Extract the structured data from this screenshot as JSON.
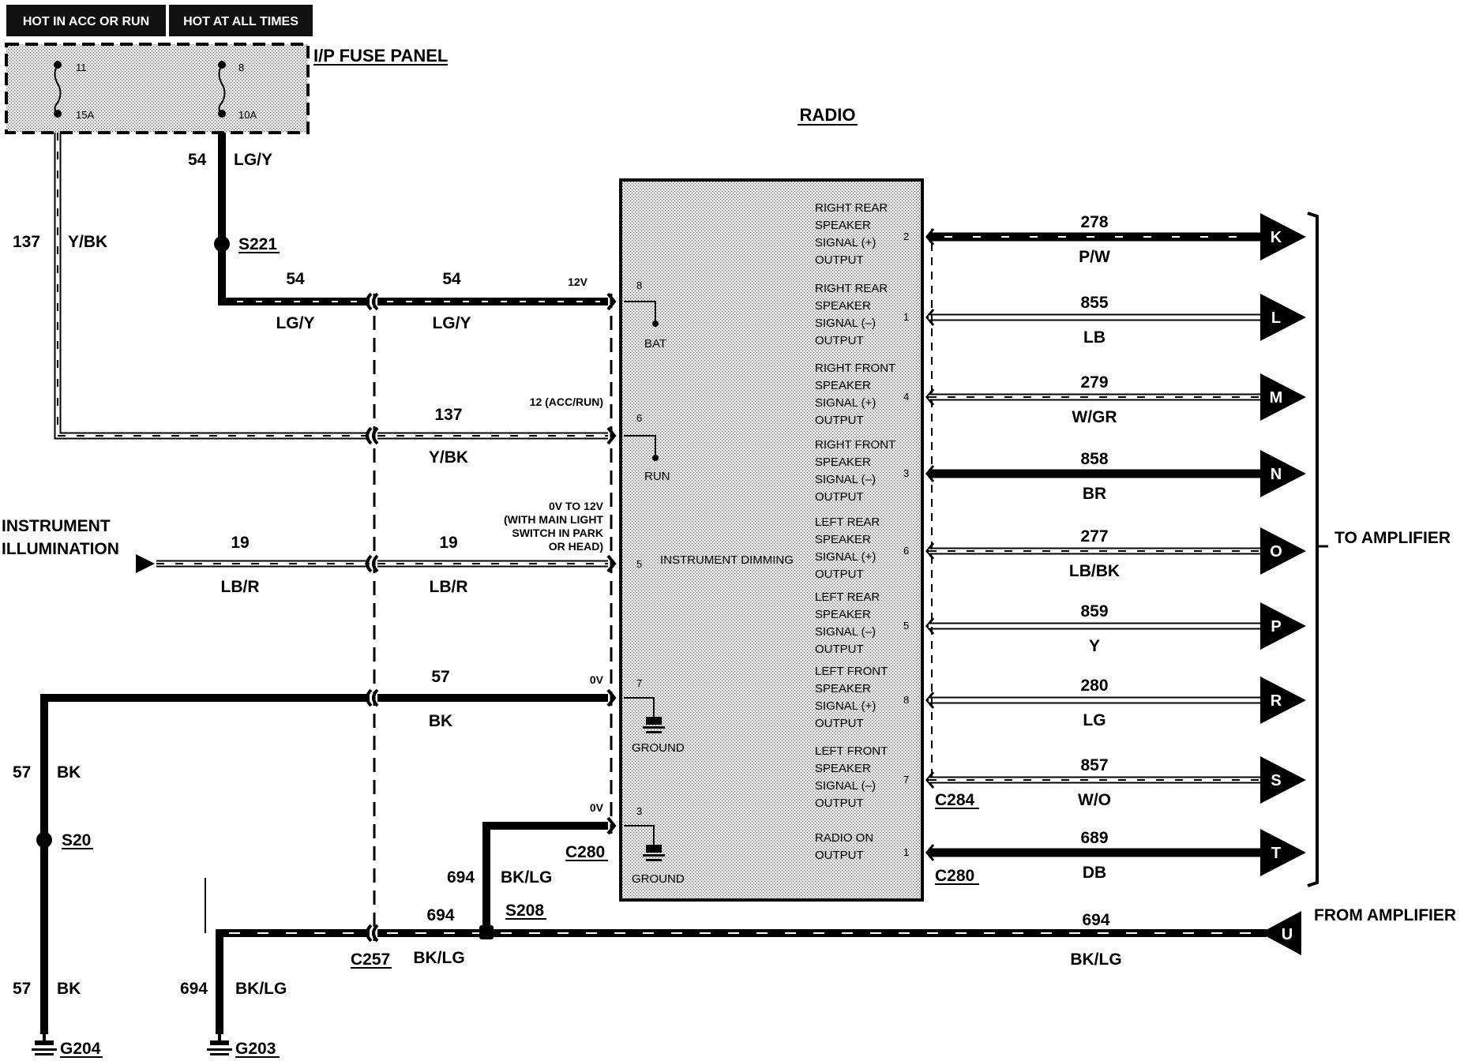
{
  "header": {
    "tab_acc_run": "HOT IN ACC OR RUN",
    "tab_all_times": "HOT AT ALL TIMES"
  },
  "fuse_panel": {
    "title": "I/P FUSE PANEL",
    "fuse1_number": "11",
    "fuse1_rating": "15A",
    "fuse2_number": "8",
    "fuse2_rating": "10A"
  },
  "radio": {
    "title": "RADIO",
    "inputs": [
      {
        "pin": "8",
        "label": "BAT",
        "voltage": "12V"
      },
      {
        "pin": "6",
        "label": "RUN",
        "voltage": "12 (ACC/RUN)"
      },
      {
        "pin": "5",
        "label": "INSTRUMENT DIMMING",
        "voltage_lines": [
          "0V TO 12V",
          "(WITH MAIN LIGHT",
          "SWITCH IN PARK",
          "OR HEAD)"
        ]
      },
      {
        "pin": "7",
        "label": "GROUND",
        "voltage": "0V"
      },
      {
        "pin": "3",
        "label": "GROUND",
        "voltage": "0V"
      }
    ],
    "outputs": [
      {
        "pin": "2",
        "lines": [
          "RIGHT REAR",
          "SPEAKER",
          "SIGNAL (+)",
          "OUTPUT"
        ],
        "circuit": "278",
        "color": "P/W",
        "term": "K"
      },
      {
        "pin": "1",
        "lines": [
          "RIGHT REAR",
          "SPEAKER",
          "SIGNAL (–)",
          "OUTPUT"
        ],
        "circuit": "855",
        "color": "LB",
        "term": "L"
      },
      {
        "pin": "4",
        "lines": [
          "RIGHT FRONT",
          "SPEAKER",
          "SIGNAL (+)",
          "OUTPUT"
        ],
        "circuit": "279",
        "color": "W/GR",
        "term": "M"
      },
      {
        "pin": "3",
        "lines": [
          "RIGHT FRONT",
          "SPEAKER",
          "SIGNAL (–)",
          "OUTPUT"
        ],
        "circuit": "858",
        "color": "BR",
        "term": "N"
      },
      {
        "pin": "6",
        "lines": [
          "LEFT REAR",
          "SPEAKER",
          "SIGNAL (+)",
          "OUTPUT"
        ],
        "circuit": "277",
        "color": "LB/BK",
        "term": "O"
      },
      {
        "pin": "5",
        "lines": [
          "LEFT REAR",
          "SPEAKER",
          "SIGNAL (–)",
          "OUTPUT"
        ],
        "circuit": "859",
        "color": "Y",
        "term": "P"
      },
      {
        "pin": "8",
        "lines": [
          "LEFT FRONT",
          "SPEAKER",
          "SIGNAL (+)",
          "OUTPUT"
        ],
        "circuit": "280",
        "color": "LG",
        "term": "R"
      },
      {
        "pin": "7",
        "lines": [
          "LEFT FRONT",
          "SPEAKER",
          "SIGNAL (–)",
          "OUTPUT"
        ],
        "circuit": "857",
        "color": "W/O",
        "term": "S"
      },
      {
        "pin": "1",
        "lines": [
          "RADIO ON",
          "OUTPUT"
        ],
        "circuit": "689",
        "color": "DB",
        "term": "T"
      }
    ]
  },
  "wires": {
    "w54": {
      "circuit": "54",
      "color": "LG/Y"
    },
    "w137": {
      "circuit": "137",
      "color": "Y/BK"
    },
    "w19": {
      "circuit": "19",
      "color": "LB/R"
    },
    "w57": {
      "circuit": "57",
      "color": "BK"
    },
    "w694": {
      "circuit": "694",
      "color": "BK/LG"
    }
  },
  "labels": {
    "instrument_illumination": [
      "INSTRUMENT",
      "ILLUMINATION"
    ],
    "to_amplifier": "TO AMPLIFIER",
    "from_amplifier": "FROM AMPLIFIER",
    "from_amp_terminal": "U"
  },
  "splices": {
    "s221": "S221",
    "s20": "S20",
    "s208": "S208"
  },
  "connectors": {
    "c257": "C257",
    "c280": "C280",
    "c284": "C284"
  },
  "grounds": {
    "g204": "G204",
    "g203": "G203"
  }
}
